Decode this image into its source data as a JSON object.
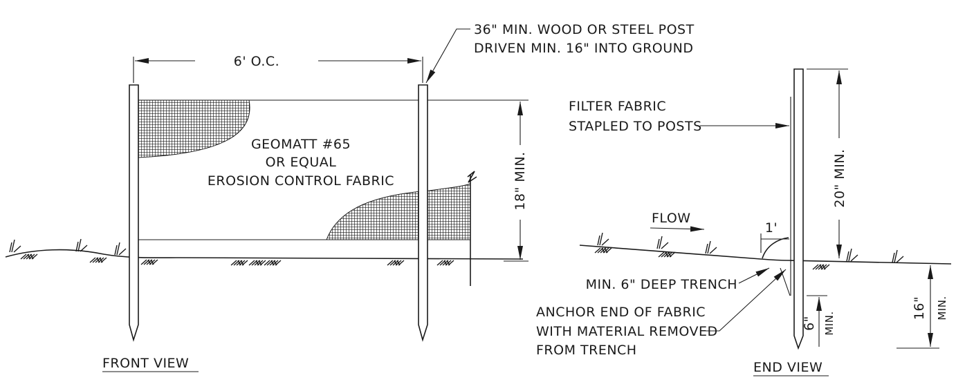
{
  "front_view": {
    "title": "FRONT VIEW",
    "spacing_label": "6' O.C.",
    "post_note_line1": "36\" MIN. WOOD OR STEEL POST",
    "post_note_line2": "DRIVEN MIN. 16\" INTO GROUND",
    "fabric_line1": "GEOMATT #65",
    "fabric_line2": "OR EQUAL",
    "fabric_line3": "EROSION CONTROL FABRIC",
    "height_label": "18\" MIN."
  },
  "end_view": {
    "title": "END VIEW",
    "fabric_note_line1": "FILTER FABRIC",
    "fabric_note_line2": "STAPLED TO POSTS",
    "height_label": "20\" MIN.",
    "flow_label": "FLOW",
    "offset_label": "1'",
    "trench_label": "MIN. 6\" DEEP TRENCH",
    "anchor_line1": "ANCHOR END OF FABRIC",
    "anchor_line2": "WITH MATERIAL REMOVED",
    "anchor_line3": "FROM TRENCH",
    "depth_label": "6\"",
    "depth_label_min": "MIN.",
    "embed_label": "16\"",
    "embed_label_min": "MIN."
  },
  "colors": {
    "ink": "#1a1a1a",
    "paper": "#ffffff"
  }
}
